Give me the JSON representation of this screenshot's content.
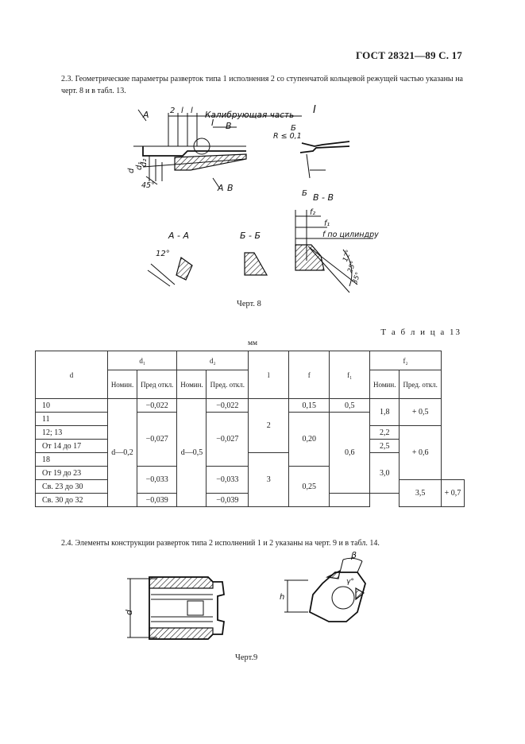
{
  "header": "ГОСТ 28321—89 С. 17",
  "para_2_3": "2.3. Геометрические параметры разверток типа 1 исполнения 2 со ступенчатой кольцевой режущей частью указаны на черт. 8 и в табл. 13.",
  "fig8": {
    "caption": "Черт. 8",
    "label_calib": "Калибрующая часть",
    "label_I": "I",
    "label_A": "А",
    "label_B": "В",
    "label_Bb": "Б",
    "label_2": "2",
    "label_l": "l",
    "label_d": "d",
    "label_d1": "d₁",
    "label_d2": "d₂",
    "label_45": "45°",
    "label_R": "R ≤ 0,1",
    "section_AA": "А - А",
    "section_BB": "Б - Б",
    "section_VV": "В - В",
    "label_12": "12°",
    "label_f2": "f₂",
    "label_f1": "f₁",
    "label_f": "f по цилиндру",
    "label_12b": "12°",
    "label_25": "25°",
    "label_35": "35°"
  },
  "table13": {
    "caption": "Т а б л и ц а  13",
    "unit": "мм",
    "head": {
      "d": "d",
      "d1": "d₁",
      "d2": "d₂",
      "l": "l",
      "f": "f",
      "f1": "f₁",
      "f2": "f₂",
      "nom": "Номин.",
      "pred": "Пред. откл.",
      "pred_d1": "Пред откл."
    },
    "rows": [
      "10",
      "11",
      "12; 13",
      "От 14 до 17",
      "18",
      "От 19 до 23",
      "Св. 23 до 30",
      "Св. 30 до 32"
    ],
    "d1_nom": "d—0,2",
    "d2_nom": "d—0,5",
    "tol": [
      "−0,022",
      "−0,027",
      "−0,033",
      "−0,039"
    ],
    "l": [
      "2",
      "3"
    ],
    "f": [
      "0,15",
      "0,20",
      "0,25"
    ],
    "f1": [
      "0,5",
      "0,6"
    ],
    "f2_nom": [
      "1,8",
      "2,2",
      "2,5",
      "3,0",
      "3,5"
    ],
    "f2_pred": [
      "+ 0,5",
      "+ 0,6",
      "+ 0,7"
    ]
  },
  "para_2_4": "2.4. Элементы конструкции разверток типа 2 исполнений 1 и 2 указаны на черт. 9 и в табл. 14.",
  "fig9": {
    "caption": "Черт.9",
    "label_d": "d",
    "label_h": "h",
    "label_beta": "β",
    "label_gamma": "γ°"
  }
}
